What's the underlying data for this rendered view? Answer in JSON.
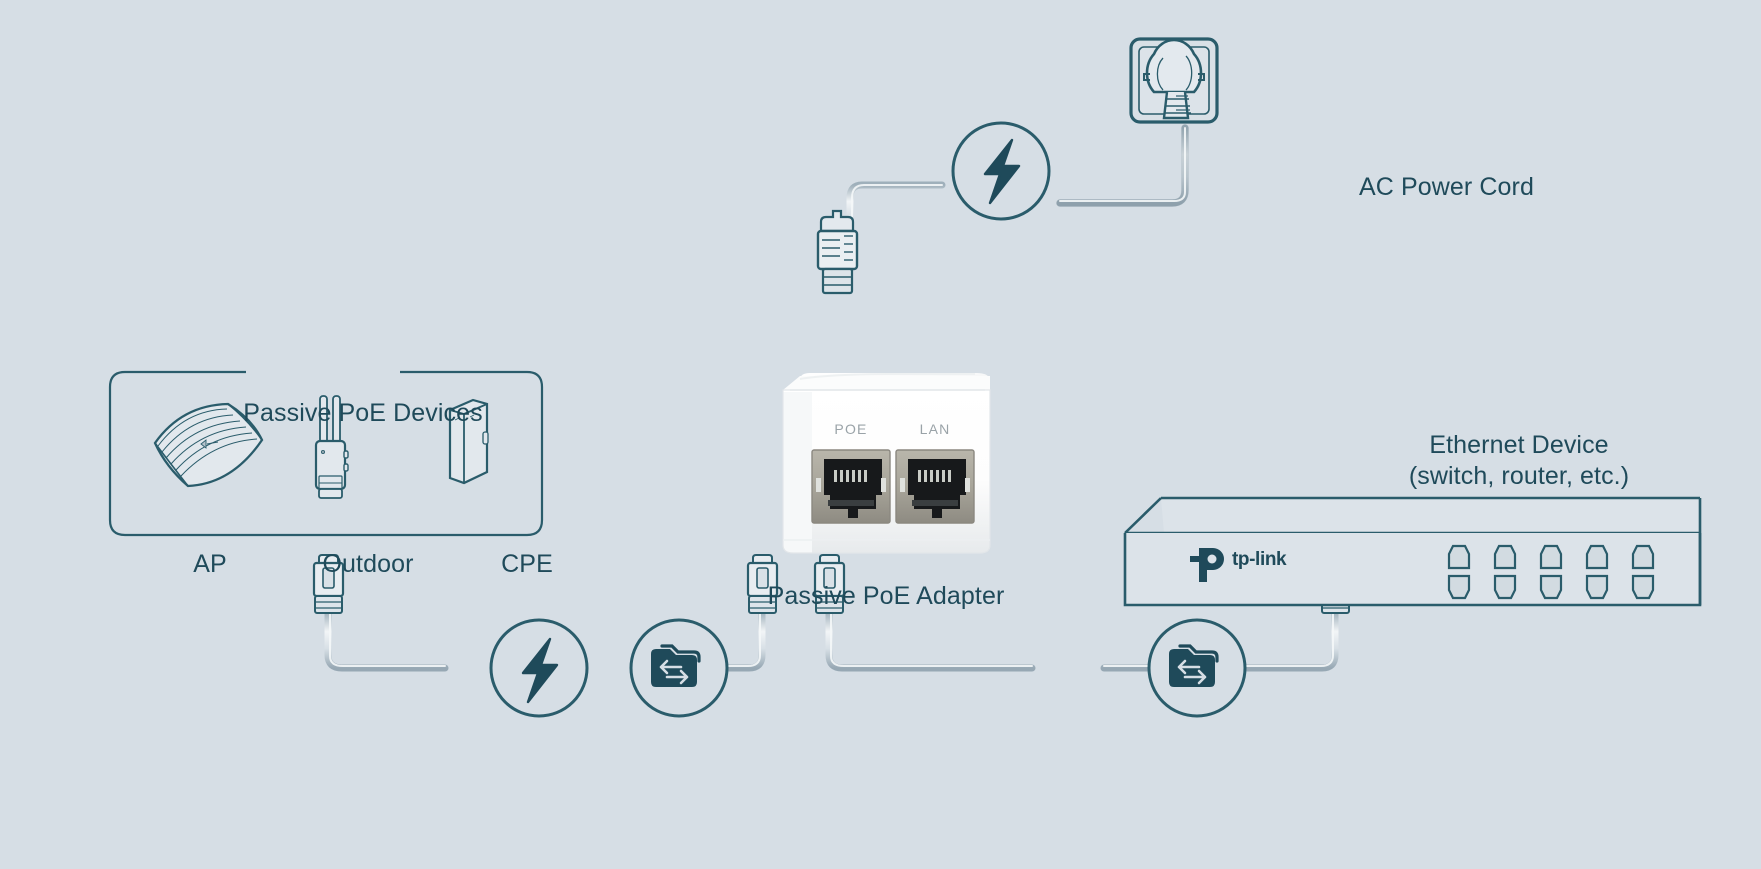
{
  "diagram": {
    "title": "Passive PoE Adapter Connection Diagram",
    "background_color": "#d6dee5",
    "line_color": "#2a5c6b",
    "text_color": "#1f4a5a"
  },
  "labels": {
    "ac_power_cord": "AC Power Cord",
    "passive_poe_devices": "Passive PoE Devices",
    "passive_poe_adapter": "Passive PoE Adapter",
    "ethernet_device_line1": "Ethernet Device",
    "ethernet_device_line2": "(switch, router, etc.)"
  },
  "poe_devices": [
    {
      "name": "ap",
      "label": "AP",
      "icon": "ceiling-access-point-icon"
    },
    {
      "name": "outdoor",
      "label": "Outdoor",
      "icon": "outdoor-access-point-icon"
    },
    {
      "name": "cpe",
      "label": "CPE",
      "icon": "cpe-device-icon"
    }
  ],
  "adapter": {
    "name": "Passive PoE Adapter",
    "ports": [
      {
        "id": "poe",
        "label": "POE"
      },
      {
        "id": "lan",
        "label": "LAN"
      }
    ],
    "body_color": "#ffffff",
    "port_label_color": "#9aa3a8"
  },
  "switch": {
    "brand": "tp-link",
    "port_rows": 2,
    "ports_per_row": 5
  },
  "connections": [
    {
      "name": "ac-power-connection",
      "from": "wall-socket",
      "to": "passive-poe-adapter",
      "badges": [
        "power-bolt-icon"
      ]
    },
    {
      "name": "poe-device-connection",
      "from": "passive-poe-devices",
      "to": "adapter-poe-port",
      "badges": [
        "power-bolt-icon",
        "data-transfer-icon"
      ]
    },
    {
      "name": "lan-connection",
      "from": "adapter-lan-port",
      "to": "ethernet-device",
      "badges": [
        "data-transfer-icon"
      ]
    }
  ],
  "icons": {
    "power_bolt": "power-bolt-icon",
    "data_transfer": "data-transfer-icon",
    "rj45_connector": "rj45-connector-icon",
    "wall_socket": "wall-socket-icon",
    "ac_plug": "ac-plug-icon"
  }
}
